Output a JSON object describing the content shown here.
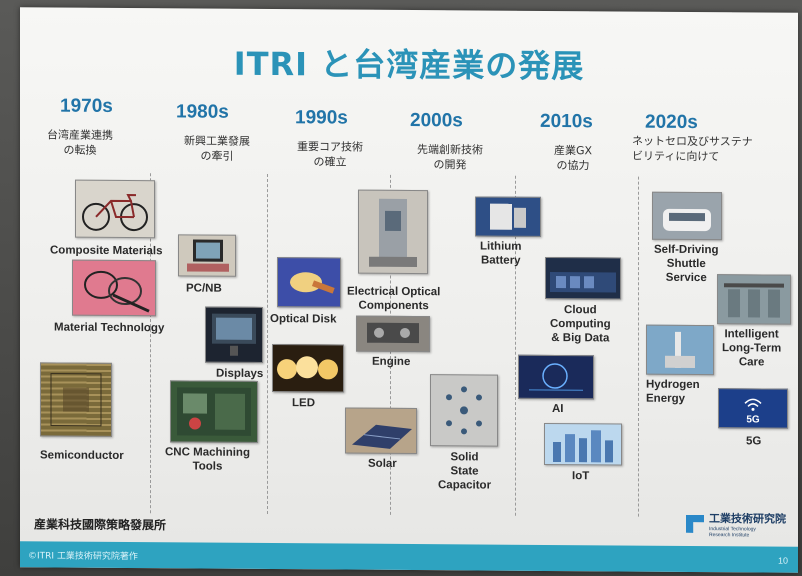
{
  "title": "ITRI と台湾産業の発展",
  "eras": [
    {
      "decade": "1970s",
      "subtitle_line1": "台湾産業連携",
      "subtitle_line2": "の転換"
    },
    {
      "decade": "1980s",
      "subtitle_line1": "新興工業發展",
      "subtitle_line2": "の牽引"
    },
    {
      "decade": "1990s",
      "subtitle_line1": "重要コア技術",
      "subtitle_line2": "の確立"
    },
    {
      "decade": "2000s",
      "subtitle_line1": "先端創新技術",
      "subtitle_line2": "の開発"
    },
    {
      "decade": "2010s",
      "subtitle_line1": "産業GX",
      "subtitle_line2": "の協力"
    },
    {
      "decade": "2020s",
      "subtitle_line1": "ネットセロ及びサステナ",
      "subtitle_line2": "ビリティに向けて"
    }
  ],
  "items": {
    "composite_materials": "Composite Materials",
    "material_technology": "Material Technology",
    "semiconductor": "Semiconductor",
    "pc_nb": "PC/NB",
    "displays": "Displays",
    "cnc_line1": "CNC Machining",
    "cnc_line2": "Tools",
    "optical_disk": "Optical Disk",
    "led": "LED",
    "eoc_line1": "Electrical Optical",
    "eoc_line2": "Components",
    "engine": "Engine",
    "solar": "Solar",
    "lithium_line1": "Lithium",
    "lithium_line2": "Battery",
    "ssc_line1": "Solid",
    "ssc_line2": "State",
    "ssc_line3": "Capacitor",
    "cloud_line1": "Cloud",
    "cloud_line2": "Computing",
    "cloud_line3": "& Big Data",
    "ai": "AI",
    "iot": "IoT",
    "sds_line1": "Self-Driving",
    "sds_line2": "Shuttle",
    "sds_line3": "Service",
    "iltc_line1": "Intelligent",
    "iltc_line2": "Long-Term",
    "iltc_line3": "Care",
    "hydrogen_line1": "Hydrogen",
    "hydrogen_line2": "Energy",
    "fiveg": "5G",
    "fiveg_icon_text": "5G"
  },
  "footer": {
    "institute": "産業科技國際策略發展所",
    "copyright": "©ITRI 工業技術研究院著作",
    "page_number": "10",
    "logo_name": "工業技術研究院",
    "logo_en1": "Industrial Technology",
    "logo_en2": "Research Institute"
  },
  "colors": {
    "title": "#2b93b8",
    "decade": "#2174a8",
    "footer_bar": "#2ea3c0"
  }
}
